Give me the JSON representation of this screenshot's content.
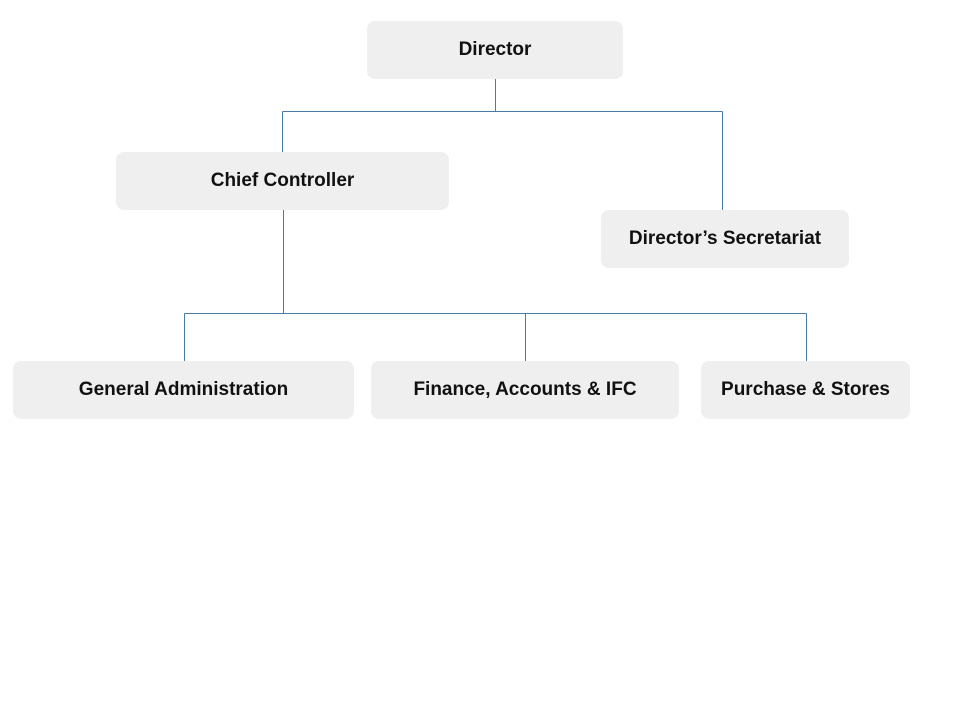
{
  "diagram": {
    "type": "org-chart",
    "colors": {
      "box_fill": "#efefef",
      "connector": "#4a7ba7",
      "text": "#111111"
    },
    "nodes": {
      "director": {
        "label": "Director"
      },
      "chief_controller": {
        "label": "Chief Controller",
        "parent": "director"
      },
      "directors_secretariat": {
        "label": "Director’s Secretariat",
        "parent": "director"
      },
      "general_administration": {
        "label": "General Administration",
        "parent": "chief_controller"
      },
      "finance_accounts_ifc": {
        "label": "Finance, Accounts & IFC",
        "parent": "chief_controller"
      },
      "purchase_stores": {
        "label": "Purchase & Stores",
        "parent": "chief_controller"
      }
    }
  }
}
